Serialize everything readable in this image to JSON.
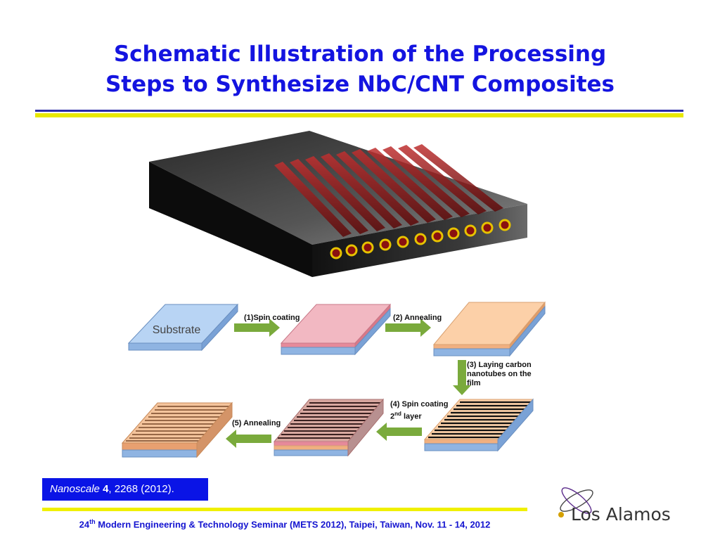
{
  "title": {
    "line1": "Schematic Illustration of the Processing",
    "line2": "Steps to Synthesize NbC/CNT Composites"
  },
  "flow": {
    "substrate_label": "Substrate",
    "step1": "(1)Spin coating",
    "step2": "(2) Annealing",
    "step3_line1": "(3)  Laying carbon",
    "step3_line2": "nanotubes on the",
    "step3_line3": "film",
    "step4_line1": "(4) Spin coating",
    "step4_sup": "nd",
    "step4_line2_pre": "2",
    "step4_line2_post": " layer",
    "step5": "(5) Annealing"
  },
  "citation": {
    "journal": "Nanoscale",
    "volume": "4",
    "rest": ", 2268 (2012)."
  },
  "footer": {
    "ordinal_number": "24",
    "ordinal_suffix": "th",
    "text": " Modern Engineering & Technology Seminar (METS 2012), Taipei, Taiwan, Nov. 11 - 14, 2012"
  },
  "logo": {
    "text": "Los Alamos"
  },
  "colors": {
    "title": "#1414e0",
    "citation_bg": "#0a14e6",
    "rule_yellow": "#e8e800",
    "arrow_green": "#7aaa3c"
  }
}
